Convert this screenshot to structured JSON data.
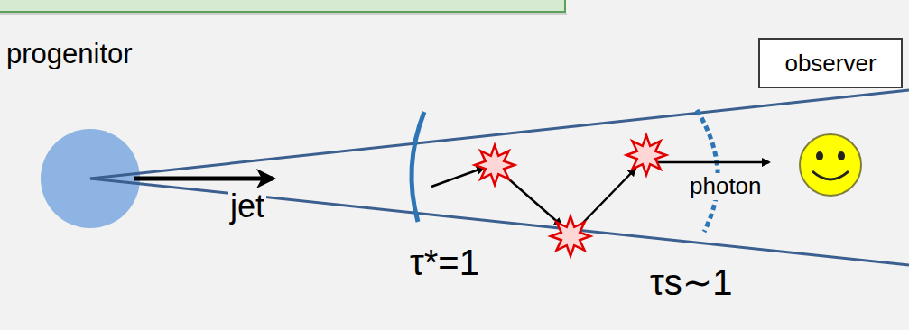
{
  "diagram": {
    "nodes": [
      {
        "text": [
          "observer"
        ]
      }
    ],
    "labels": [
      "progenitor",
      "jet",
      "τ*=1",
      "photon",
      "τs∼1"
    ]
  }
}
